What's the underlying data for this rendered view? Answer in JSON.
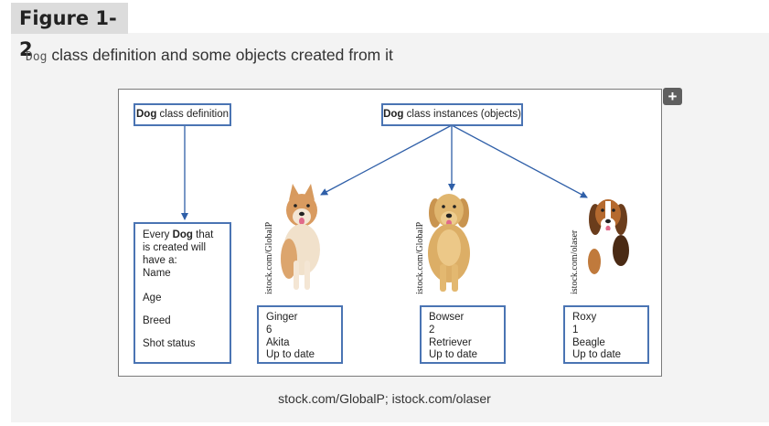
{
  "figure": {
    "label": "Figure 1-2",
    "caption_code": "Dog",
    "caption_rest": " class definition and some objects created from it",
    "source_note": "stock.com/GlobalP; istock.com/olaser",
    "expand_icon": "plus-icon"
  },
  "diagram": {
    "class_definition_title_bold": "Dog",
    "class_definition_title_rest": " class definition",
    "instances_title_bold": "Dog",
    "instances_title_rest": " class instances (objects)",
    "attributes_intro_pre": "Every ",
    "attributes_intro_bold": "Dog",
    "attributes_intro_post": " that is created will have a:",
    "attributes": [
      "Name",
      "Age",
      "Breed",
      "Shot status"
    ],
    "instances": [
      {
        "name": "Ginger",
        "age": "6",
        "breed": "Akita",
        "shots": "Up to date",
        "photo_credit": "istock.com/GlobalP",
        "photo": "akita-dog-photo"
      },
      {
        "name": "Bowser",
        "age": "2",
        "breed": "Retriever",
        "shots": "Up to date",
        "photo_credit": "istock.com/GlobalP",
        "photo": "golden-retriever-dog-photo"
      },
      {
        "name": "Roxy",
        "age": "1",
        "breed": "Beagle",
        "shots": "Up to date",
        "photo_credit": "istock.com/olaser",
        "photo": "beagle-dog-photo"
      }
    ],
    "colors": {
      "box_border": "#4a74b3",
      "arrow": "#2f5fa8"
    }
  }
}
